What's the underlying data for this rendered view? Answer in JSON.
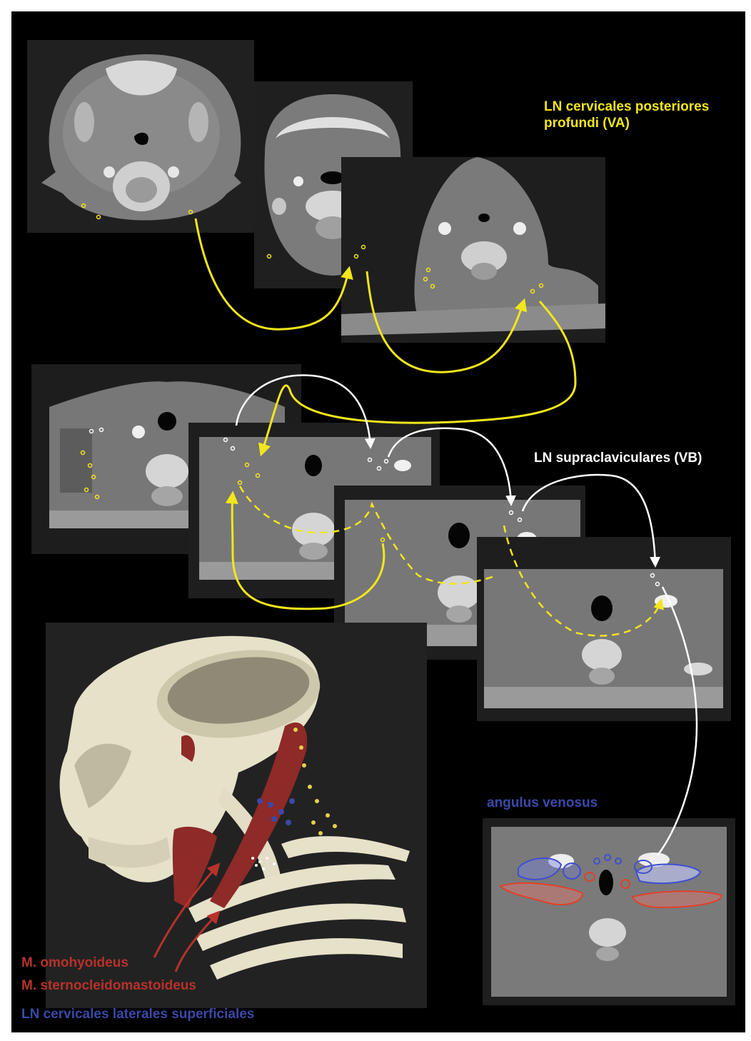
{
  "labels": {
    "va": [
      "LN cervicales posteriores",
      "profundi (VA)"
    ],
    "vb": "LN supraclaviculares (VB)",
    "angulus": "angulus venosus",
    "omohyoideus": "M. omohyoideus",
    "scm": "M. sternocleidomastoideus",
    "superficiales": "LN cervicales laterales superficiales"
  },
  "colors": {
    "background": "#000000",
    "yellow": "#f2e61c",
    "white": "#ffffff",
    "blue": "#3b49a8",
    "red": "#b7322a",
    "bone": "#e6e1c9",
    "muscle": "#8e2a28"
  },
  "panels": [
    "axial-ct-level-1",
    "axial-ct-level-2",
    "axial-ct-level-3",
    "axial-ct-level-4",
    "axial-ct-level-5",
    "axial-ct-level-6",
    "axial-ct-level-7",
    "skull-3d-rendering",
    "axial-ct-angulus-venosus"
  ]
}
